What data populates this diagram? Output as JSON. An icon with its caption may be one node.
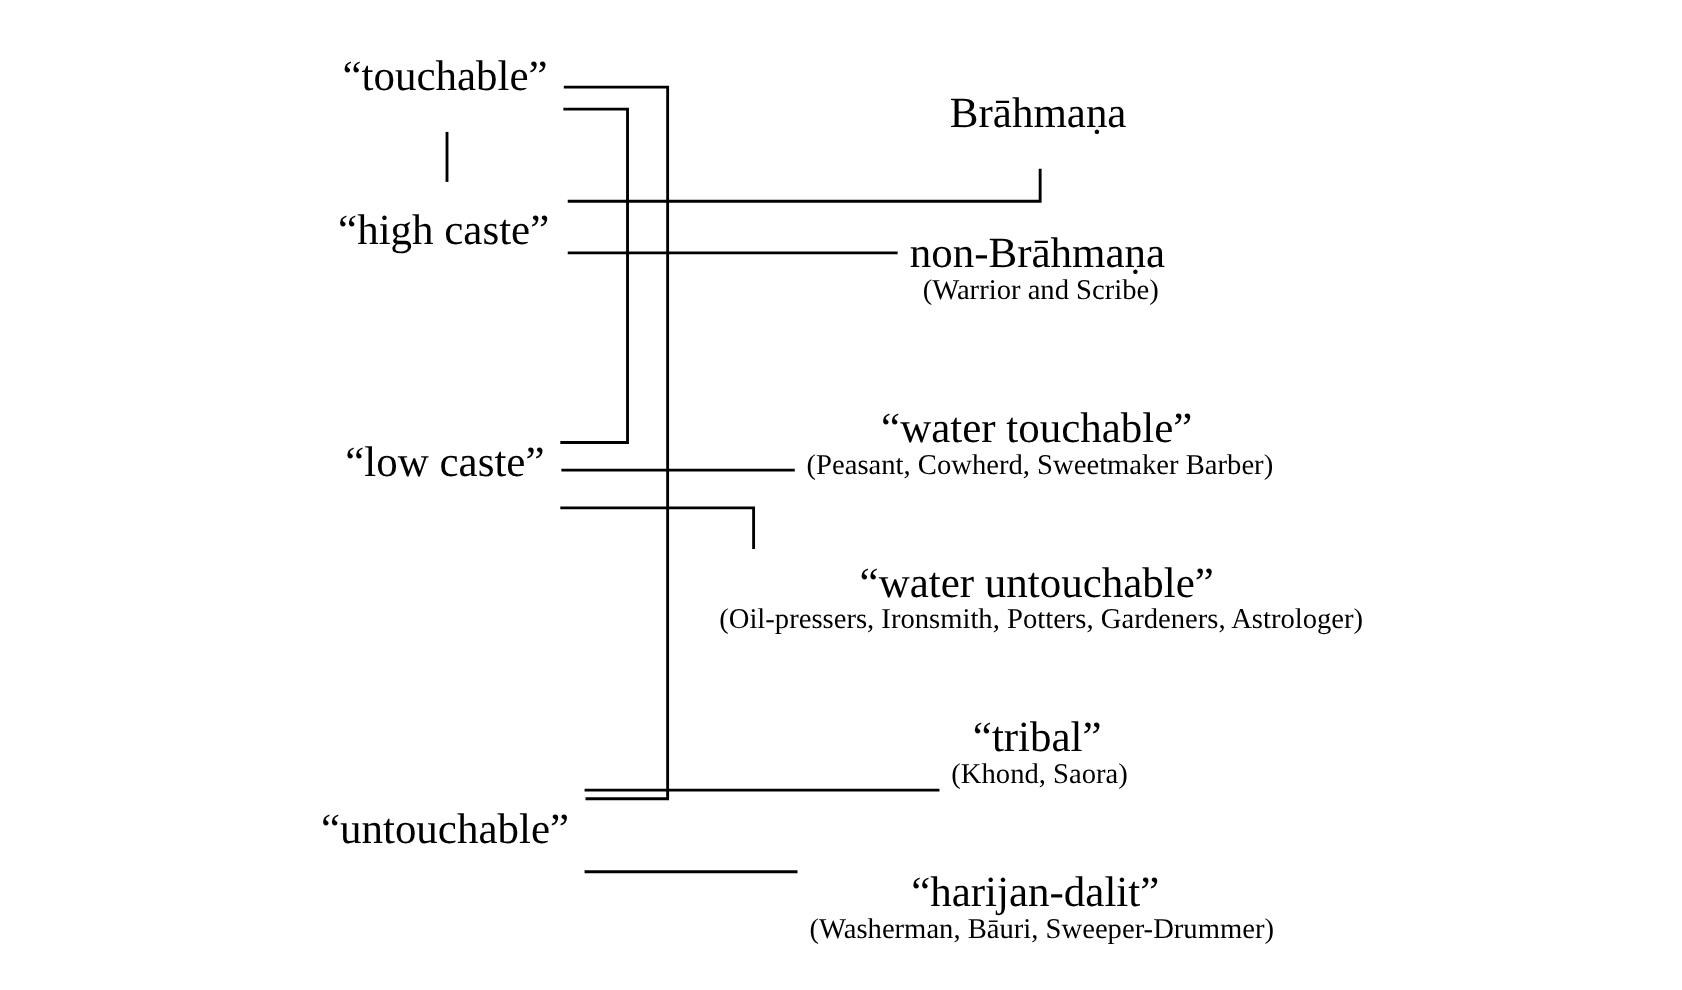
{
  "diagram": {
    "nodes": [
      {
        "text": [
          "“touchable”"
        ]
      },
      {
        "text": [
          "“high caste”"
        ]
      },
      {
        "text": [
          "Brāhmaṇa"
        ]
      },
      {
        "text": [
          "non-Brāhmaṇa",
          "(Warrior and Scribe)"
        ]
      },
      {
        "text": [
          "“low caste”"
        ]
      },
      {
        "text": [
          "“water touchable”",
          "(Peasant, Cowherd, Sweetmaker Barber)"
        ]
      },
      {
        "text": [
          "“water untouchable”",
          "(Oil-pressers, Ironsmith, Potters, Gardeners, Astrologer)"
        ]
      },
      {
        "text": [
          "“untouchable”"
        ]
      },
      {
        "text": [
          "“tribal”",
          "(Khond, Saora)"
        ]
      },
      {
        "text": [
          "“harijan-dalit”",
          "(Washerman, Bāuri, Sweeper-Drummer)"
        ]
      }
    ],
    "edges": [
      {
        "from": 0,
        "to": 7,
        "arrow": "none"
      },
      {
        "from": 0,
        "to": 1,
        "arrow": "none"
      },
      {
        "from": 0,
        "to": 4,
        "arrow": "none"
      },
      {
        "from": 1,
        "to": 2,
        "arrow": "none"
      },
      {
        "from": 1,
        "to": 3,
        "arrow": "none"
      },
      {
        "from": 4,
        "to": 5,
        "arrow": "none"
      },
      {
        "from": 4,
        "to": 6,
        "arrow": "none"
      },
      {
        "from": 7,
        "to": 8,
        "arrow": "none"
      },
      {
        "from": 7,
        "to": 9,
        "arrow": "none"
      }
    ]
  }
}
